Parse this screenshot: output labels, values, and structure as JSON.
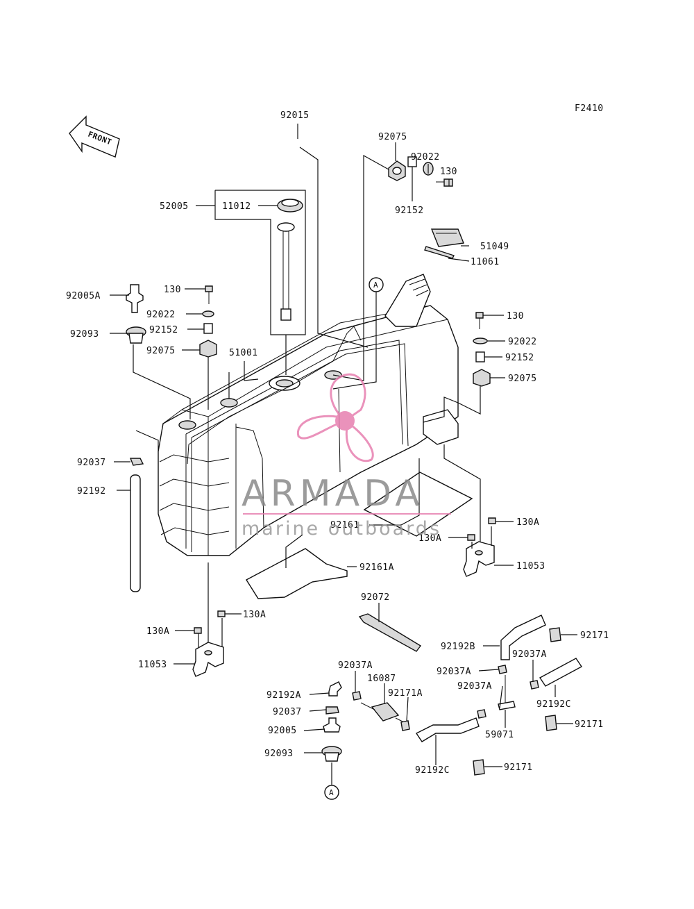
{
  "figure_code": "F2410",
  "front_label": "FRONT",
  "ref_mark": "A",
  "watermark": {
    "brand": "ARMADA",
    "tagline": "marine outboards",
    "logo_color": "#e77fb0",
    "text_color": "#8a8a8a"
  },
  "labels": {
    "l92015": "92015",
    "l92075_top": "92075",
    "l92022_top": "92022",
    "l130_top": "130",
    "l92152_top": "92152",
    "l52005": "52005",
    "l11012": "11012",
    "l51049": "51049",
    "l11061": "11061",
    "l92005A": "92005A",
    "l130_left": "130",
    "l92022_left": "92022",
    "l92152_left": "92152",
    "l92093_left": "92093",
    "l92075_left": "92075",
    "l51001": "51001",
    "l130_right": "130",
    "l92022_right": "92022",
    "l92152_right": "92152",
    "l92075_right": "92075",
    "l92037_left": "92037",
    "l92192_left": "92192",
    "l92161": "92161",
    "l130A_r1": "130A",
    "l130A_r2": "130A",
    "l11053_right": "11053",
    "l92161A": "92161A",
    "l130A_l1": "130A",
    "l130A_l2": "130A",
    "l11053_left": "11053",
    "l92072": "92072",
    "l92192B": "92192B",
    "l92171_1": "92171",
    "l92037A_1": "92037A",
    "l92037A_2": "92037A",
    "l16087": "16087",
    "l92037A_3": "92037A",
    "l92192A": "92192A",
    "l92171A": "92171A",
    "l92037A_4": "92037A",
    "l92192C_r": "92192C",
    "l92037_b": "92037",
    "l92005": "92005",
    "l59071": "59071",
    "l92171_2": "92171",
    "l92093_b": "92093",
    "l92192C_b": "92192C",
    "l92171_3": "92171"
  }
}
